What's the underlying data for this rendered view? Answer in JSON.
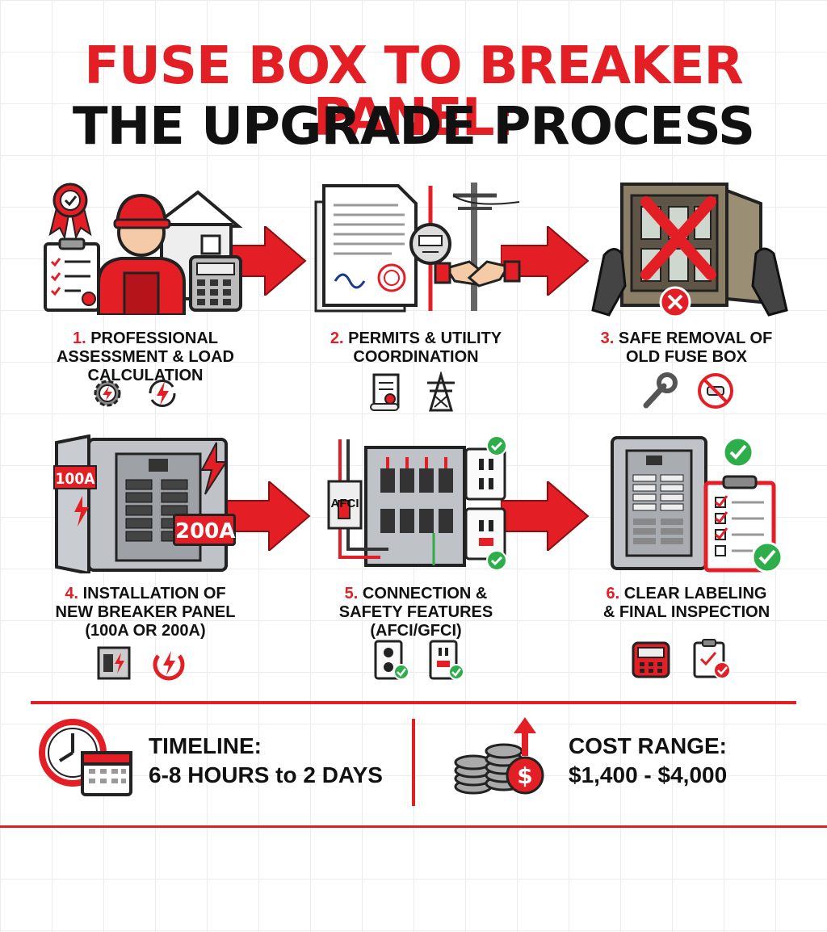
{
  "title": {
    "line1": "FUSE BOX TO BREAKER PANEL:",
    "line2": "THE UPGRADE PROCESS"
  },
  "steps": [
    {
      "number": "1.",
      "line1": "PROFESSIONAL",
      "line2": "ASSESSMENT & LOAD CALCULATION",
      "line3": ""
    },
    {
      "number": "2.",
      "line1": "PERMITS & UTILITY",
      "line2": "COORDINATION",
      "line3": ""
    },
    {
      "number": "3.",
      "line1": "SAFE REMOVAL OF",
      "line2": "OLD FUSE BOX",
      "line3": ""
    },
    {
      "number": "4.",
      "line1": "INSTALLATION OF",
      "line2": "NEW BREAKER PANEL",
      "line3": "(100A OR 200A)"
    },
    {
      "number": "5.",
      "line1": "CONNECTION &",
      "line2": "SAFETY FEATURES",
      "line3": "(AFCI/GFCI)"
    },
    {
      "number": "6.",
      "line1": "CLEAR LABELING",
      "line2": "& FINAL INSPECTION",
      "line3": ""
    }
  ],
  "panel_tags": {
    "old_amp": "100A",
    "new_amp": "200A",
    "afci": "AFCI"
  },
  "summary": {
    "timeline_heading": "TIMELINE:",
    "timeline_value": "6-8 HOURS to 2 DAYS",
    "cost_heading": "COST RANGE:",
    "cost_value": "$1,400 - $4,000"
  },
  "colors": {
    "accent": "#e31e24",
    "dark": "#111111",
    "panel_gray": "#bfc3c7",
    "success": "#2eae4a"
  },
  "icons": [
    "award-ribbon-icon",
    "electrician-icon",
    "house-icon",
    "clipboard-checklist-icon",
    "calculator-icon",
    "gear-bolt-icon",
    "cycle-bolt-icon",
    "permit-document-icon",
    "electric-meter-icon",
    "utility-pole-icon",
    "handshake-icon",
    "scroll-certificate-icon",
    "transmission-tower-icon",
    "old-fuse-box-icon",
    "gloved-hands-icon",
    "red-x-icon",
    "wrench-icon",
    "no-fuse-icon",
    "breaker-panel-icon",
    "lightning-bolt-icon",
    "switch-bolt-icon",
    "power-cycle-icon",
    "gfci-outlet-icon",
    "check-badge-icon",
    "labeled-panel-icon",
    "inspection-clipboard-icon",
    "multimeter-icon",
    "clipboard-check-icon",
    "clock-icon",
    "calendar-icon",
    "coin-stack-icon",
    "dollar-arrow-icon"
  ]
}
